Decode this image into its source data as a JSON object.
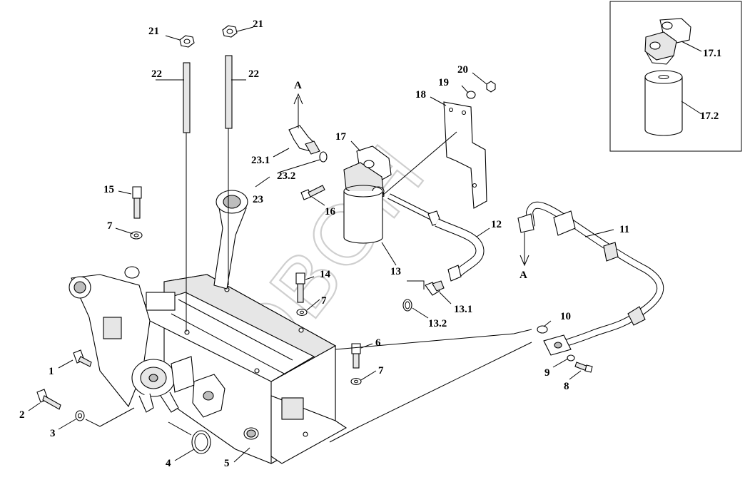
{
  "diagram": {
    "watermark_text": "БЭВОН",
    "labels": {
      "l1": "1",
      "l2": "2",
      "l3": "3",
      "l4": "4",
      "l5": "5",
      "l6": "6",
      "l7a": "7",
      "l7b": "7",
      "l7c": "7",
      "l8": "8",
      "l9": "9",
      "l10": "10",
      "l11": "11",
      "l12": "12",
      "l13": "13",
      "l13_1": "13.1",
      "l13_2": "13.2",
      "l14": "14",
      "l15": "15",
      "l16": "16",
      "l17": "17",
      "l17_1": "17.1",
      "l17_2": "17.2",
      "l18": "18",
      "l19": "19",
      "l20": "20",
      "l21a": "21",
      "l21b": "21",
      "l22a": "22",
      "l22b": "22",
      "l23": "23",
      "l23_1": "23.1",
      "l23_2": "23.2",
      "arrow_a_top": "A",
      "arrow_a_mid": "A"
    }
  }
}
